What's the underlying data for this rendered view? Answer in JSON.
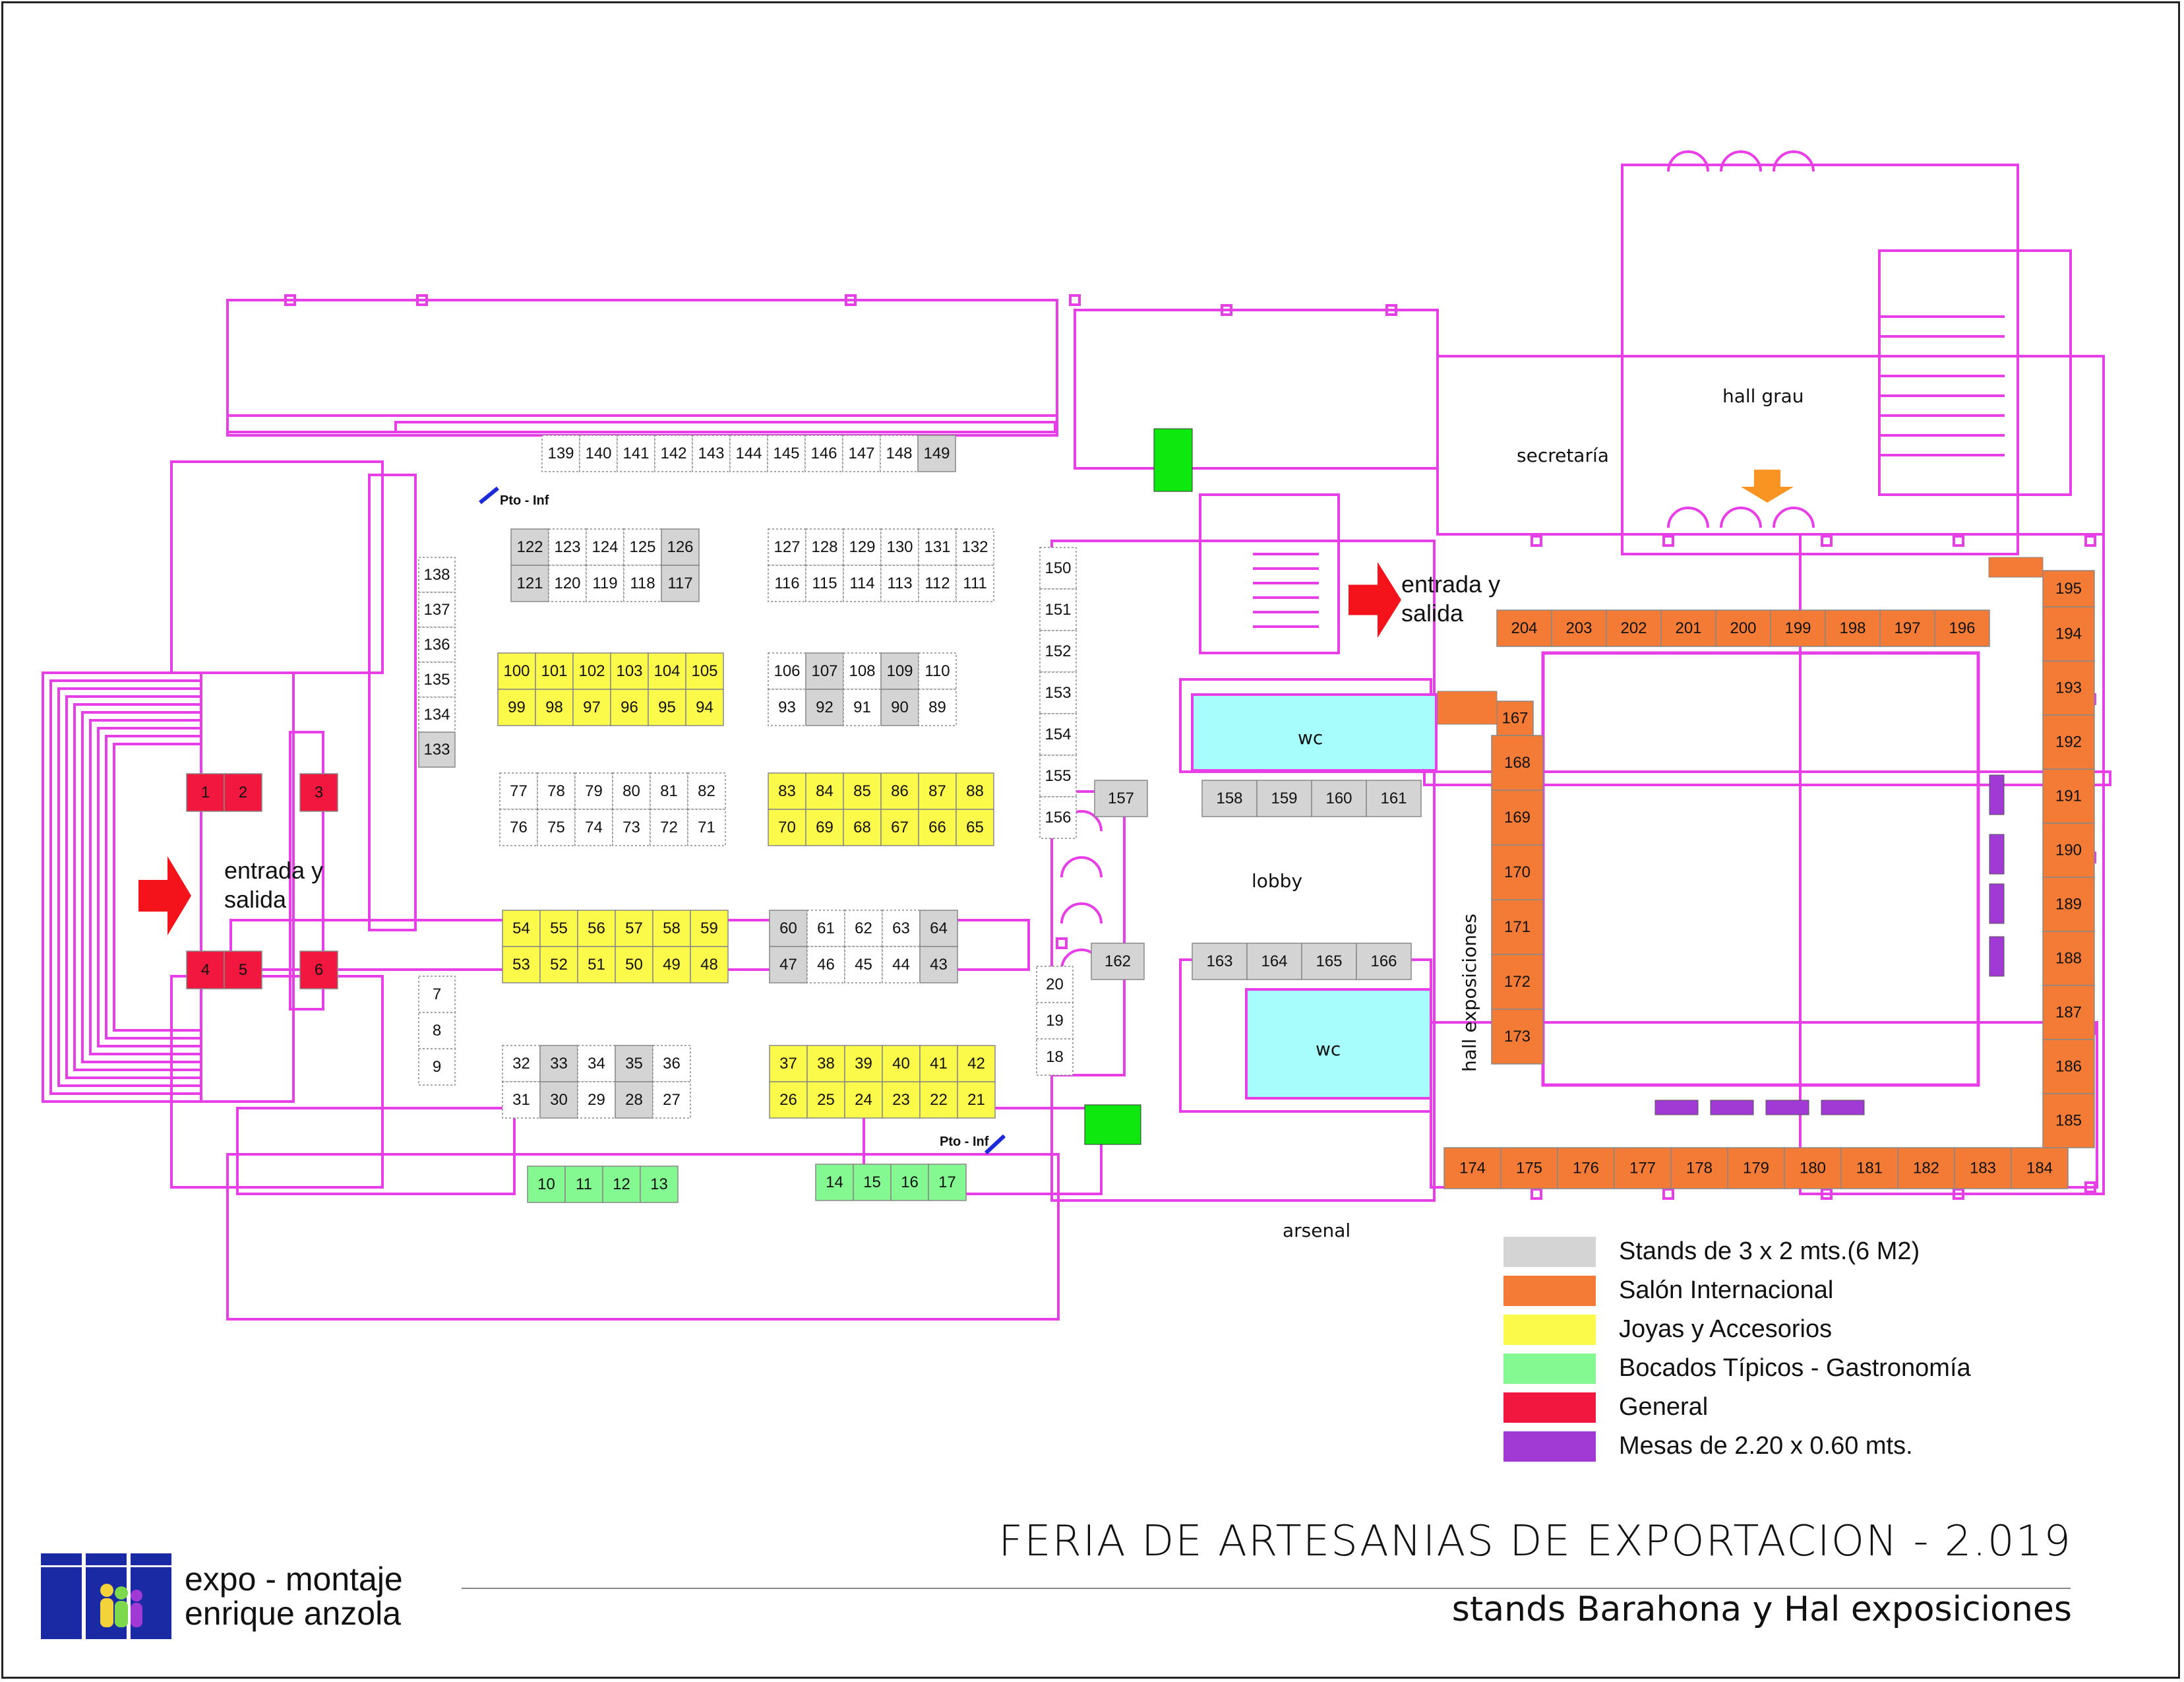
{
  "map": {
    "title": "FERIA DE ARTESANIAS DE EXPORTACION - 2.019",
    "subtitle": "stands Barahona y Hal exposiciones",
    "logo_line1": "expo - montaje",
    "logo_line2": "enrique  anzola",
    "entrance_west": "entrada y\nsalida",
    "entrance_east": "entrada y\nsalida",
    "info_point": "Pto - Inf",
    "rooms": {
      "hall_grau": "hall grau",
      "secretaria": "secretaría",
      "lobby": "lobby",
      "wc": "wc",
      "arsenal": "arsenal",
      "hall_exposiciones": "hall exposiciones"
    }
  },
  "categories": {
    "gray": {
      "label": "Stands de 3 x 2 mts.(6 M2)",
      "color": "#d4d4d4"
    },
    "orange": {
      "label": "Salón Internacional",
      "color": "#f47b35"
    },
    "yellow": {
      "label": "Joyas y Accesorios",
      "color": "#fbf94a"
    },
    "green": {
      "label": "Bocados Típicos - Gastronomía",
      "color": "#84f991"
    },
    "red": {
      "label": "General",
      "color": "#f2173f"
    },
    "purple": {
      "label": "Mesas de 2.20 x 0.60 mts.",
      "color": "#a13ad5"
    }
  },
  "legend_order": [
    "gray",
    "orange",
    "yellow",
    "green",
    "red",
    "purple"
  ],
  "colors": {
    "wall": "#e83ee8",
    "wc_fill": "#a7fcfc",
    "arrow_red": "#f5131b",
    "arrow_orange": "#f99321",
    "bright_green": "#0fe80f",
    "info_blue": "#1c2ad8",
    "logo_blue": "#1a2aa5",
    "white_stand": "#ffffff"
  }
}
